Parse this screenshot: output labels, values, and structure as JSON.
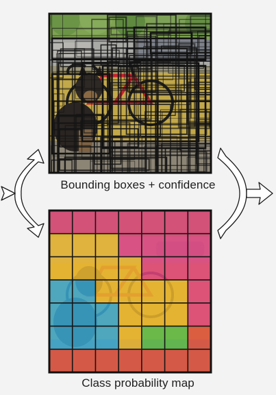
{
  "captions": {
    "top": "Bounding boxes + confidence",
    "bottom": "Class probability map"
  },
  "class_map": {
    "grid": 7,
    "colors": {
      "magenta": "#e0457f",
      "yellow": "#e9b52e",
      "cyan": "#3aa6cf",
      "green": "#5bbb49",
      "red": "#e0523f"
    },
    "cells": [
      [
        "magenta",
        "magenta",
        "magenta",
        "magenta",
        "magenta",
        "magenta",
        "magenta"
      ],
      [
        "yellow",
        "yellow",
        "yellow",
        "magenta",
        "magenta",
        "magenta",
        "magenta"
      ],
      [
        "yellow",
        "yellow",
        "yellow",
        "yellow",
        "magenta",
        "magenta",
        "magenta"
      ],
      [
        "cyan",
        "cyan",
        "yellow",
        "yellow",
        "yellow",
        "yellow",
        "magenta"
      ],
      [
        "cyan",
        "cyan",
        "cyan",
        "yellow",
        "yellow",
        "yellow",
        "magenta"
      ],
      [
        "cyan",
        "cyan",
        "cyan",
        "yellow",
        "green",
        "green",
        "red"
      ],
      [
        "red",
        "red",
        "red",
        "red",
        "red",
        "red",
        "red"
      ]
    ]
  },
  "colors": {
    "frame": "#111111",
    "arrow_fill": "#ffffff",
    "arrow_stroke": "#1a1a1a"
  }
}
